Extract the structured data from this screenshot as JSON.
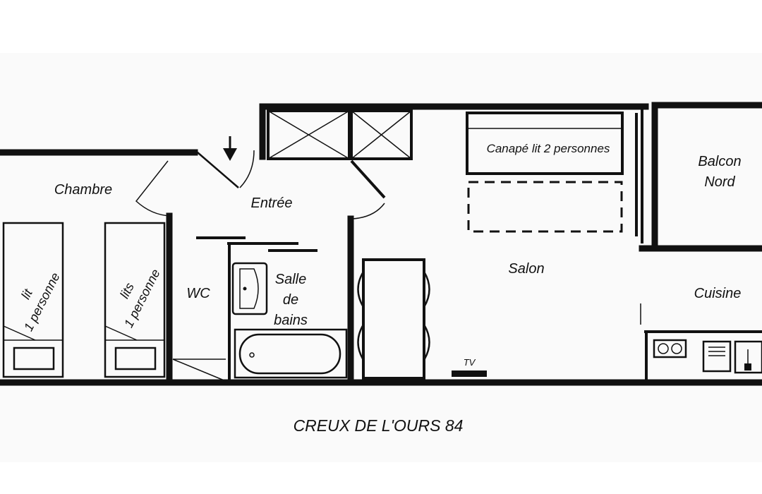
{
  "rooms": {
    "chambre": "Chambre",
    "entree": "Entrée",
    "wc": "WC",
    "salle_de_bains": [
      "Salle",
      "de",
      "bains"
    ],
    "salon": "Salon",
    "cuisine": "Cuisine",
    "balcon": [
      "Balcon",
      "Nord"
    ]
  },
  "furniture": {
    "bed_1": [
      "lit",
      "1 personne"
    ],
    "bed_2": [
      "lits",
      "1 personne"
    ],
    "sofa_bed": "Canapé lit 2 personnes",
    "tv": "TV"
  },
  "caption": "CREUX DE L'OURS 84"
}
